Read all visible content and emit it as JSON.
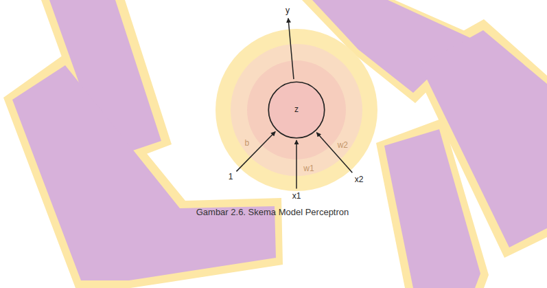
{
  "diagram": {
    "caption": "Gambar 2.6. Skema Model Perceptron",
    "nodes": [
      {
        "text": [
          "y"
        ]
      },
      {
        "text": [
          "z"
        ]
      },
      {
        "text": [
          "1"
        ]
      },
      {
        "text": [
          "x1"
        ]
      },
      {
        "text": [
          "x2"
        ]
      }
    ],
    "edges": [
      {
        "from": 1,
        "to": 0,
        "arrow": "to"
      },
      {
        "from": 2,
        "to": 1,
        "label": "b",
        "arrow": "to"
      },
      {
        "from": 3,
        "to": 1,
        "label": "w1",
        "arrow": "to"
      },
      {
        "from": 4,
        "to": 1,
        "label": "w2",
        "arrow": "to"
      }
    ]
  }
}
